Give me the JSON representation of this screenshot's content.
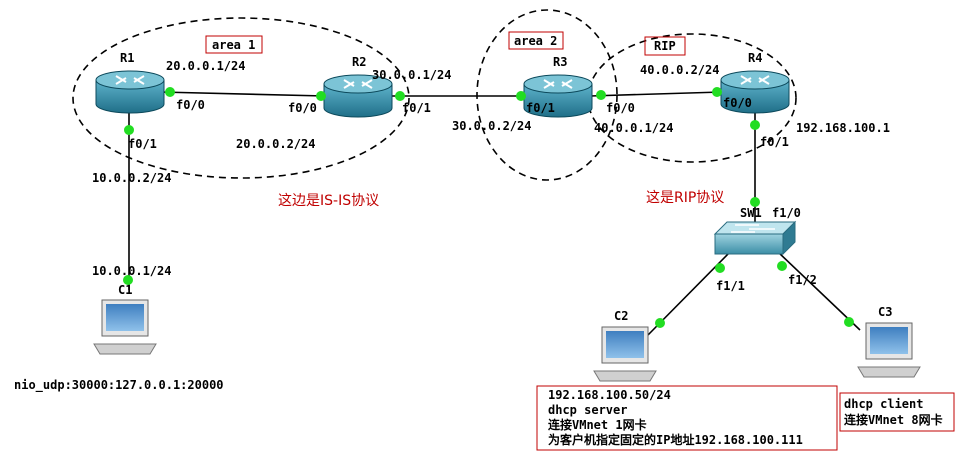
{
  "colors": {
    "link": "#000000",
    "port_dot": "#22dd22",
    "area_box_border": "#c00000",
    "note_text": "#c00000",
    "router_body": "#3a8fa8",
    "router_top": "#7cc4d6"
  },
  "areas": {
    "area1": "area 1",
    "area2": "area 2",
    "rip": "RIP"
  },
  "notes": {
    "isis": "这边是IS-IS协议",
    "rip": "这是RIP协议"
  },
  "devices": {
    "r1": "R1",
    "r2": "R2",
    "r3": "R3",
    "r4": "R4",
    "sw1": "SW1",
    "c1": "C1",
    "c2": "C2",
    "c3": "C3"
  },
  "interfaces": {
    "r1_f00": "f0/0",
    "r1_f01": "f0/1",
    "r2_f00": "f0/0",
    "r2_f01": "f0/1",
    "r3_f01": "f0/1",
    "r3_f00": "f0/0",
    "r4_f00": "f0/0",
    "r4_f01": "f0/1",
    "sw1_f10": "f1/0",
    "sw1_f11": "f1/1",
    "sw1_f12": "f1/2"
  },
  "addresses": {
    "r1_r2_r1": "20.0.0.1/24",
    "r1_r2_r2": "20.0.0.2/24",
    "r2_r3_r2": "30.0.0.1/24",
    "r2_r3_r3": "30.0.0.2/24",
    "r3_r4_r4": "40.0.0.2/24",
    "r3_r4_r3": "40.0.0.1/24",
    "r4_lan": "192.168.100.1",
    "r1_c1_r1": "10.0.0.2/24",
    "r1_c1_c1": "10.0.0.1/24"
  },
  "c1_nio": "nio_udp:30000:127.0.0.1:20000",
  "c2_box": [
    "192.168.100.50/24",
    "dhcp server",
    "连接VMnet 1网卡",
    "为客户机指定固定的IP地址192.168.100.111"
  ],
  "c3_box": [
    "dhcp client",
    "连接VMnet 8网卡"
  ]
}
